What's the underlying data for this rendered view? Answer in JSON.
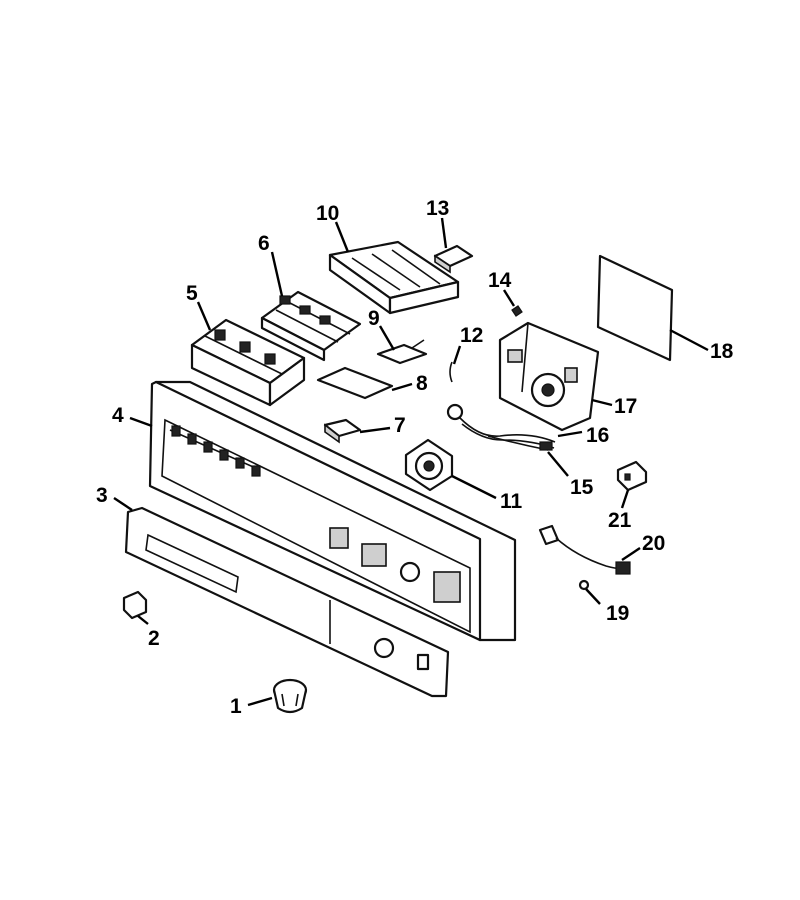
{
  "callouts": [
    "1",
    "2",
    "3",
    "4",
    "5",
    "6",
    "7",
    "8",
    "9",
    "10",
    "11",
    "12",
    "13",
    "14",
    "15",
    "16",
    "17",
    "18",
    "19",
    "20",
    "21"
  ],
  "colors": {
    "line": "#111111",
    "background": "#ffffff"
  }
}
